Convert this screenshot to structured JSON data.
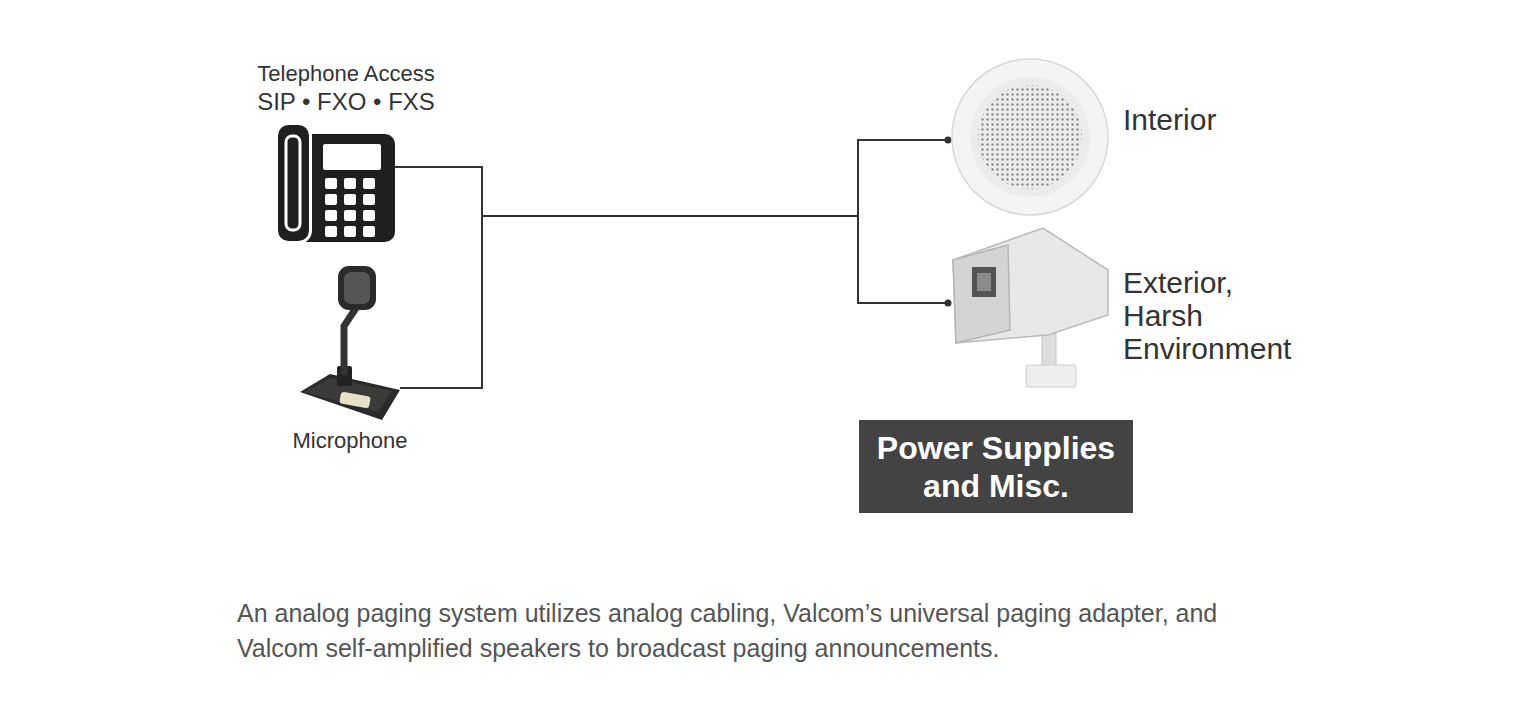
{
  "diagram": {
    "caption": "An analog paging system utilizes analog cabling, Valcom’s universal paging adapter, and Valcom self-amplified speakers to broadcast paging announcements.",
    "nodes": [
      {
        "text": [
          "Telephone Access",
          "SIP • FXO • FXS"
        ]
      },
      {
        "text": [
          "Microphone"
        ]
      },
      {
        "text": [
          "Interior"
        ]
      },
      {
        "text": [
          "Exterior, Harsh Environment"
        ]
      },
      {
        "text": [
          "Power Supplies and Misc."
        ]
      }
    ],
    "edges": [
      {
        "from": 0,
        "to": 2,
        "arrow": "none"
      },
      {
        "from": 0,
        "to": 3,
        "arrow": "none"
      },
      {
        "from": 1,
        "to": 2,
        "arrow": "none"
      },
      {
        "from": 1,
        "to": 3,
        "arrow": "none"
      }
    ]
  }
}
